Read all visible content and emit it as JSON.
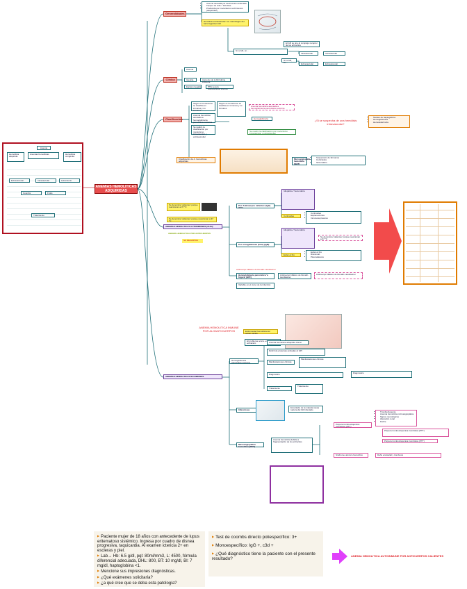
{
  "central": {
    "title": "ANEMIAS HEMOLITICAS ADQUIRIDAS"
  },
  "branches": {
    "generalidades": "Generalidades",
    "clinica": "Clínica",
    "clasificacion": "Clasificación",
    "autoinmunes": "ANEMIAS HEMOLITICAS AUTOINMUNES (AHAI)",
    "no_inmunes": "ANEMIAS HEMOLITICAS NO INMUNES"
  },
  "generalidades": {
    "bullets": [
      "Anemia causada por destrucción acelerada",
      "Tiempo de vida < 120 días",
      "Producida por mecanismos extrínsecos (adquiridas)"
    ],
    "hemolisis_label": "Hemólisis extravascular: los macrófagos del bazo fagocitan GR",
    "note1": "El GR se une al complejo receptor de los eritrocitos",
    "note2": "Gr a GR, en...",
    "intra": "Intravascular",
    "extra": "Extravascular"
  },
  "clinica": {
    "root": "Anemia",
    "items": [
      "Ictericia",
      "Esplenomegalia"
    ],
    "ictericia_note": "Aumento de la bilirrubina indirecta",
    "espleno_note": "PTE severa reticulocitosis intensa"
  },
  "clasificacion": {
    "box1": "Según el mecanismo se clasifica en inmunes y no inmunes",
    "box2": "Anemia hemolítica asociada a hemoglobinuria paroxística nocturna",
    "box3": "Se realizó la clasificación por mecanismo intravascular y extravascular",
    "box4": "Hemoglobinuria",
    "clasif_title": "Clasificación de A. hemolíticas adquiridas",
    "microangio": "Microangiopatía hemolítica (MAT)",
    "treat": [
      "Suspensión de fármacos",
      "Corticoides",
      "Sintomático"
    ]
  },
  "autoinmunes": {
    "calientes_note": "Se denomina 'calientes' porque reaccionan a 37 °C",
    "calientes": "Por 'Anticuerpos calientes' (IgG) 37°C",
    "frios": "Por crioaglutininas (frías) (IgM)",
    "mixta": "Hemoglobinuria paroxística 'a frigore' (HPF)",
    "main_label": "ANEMIA HEMOLITICA POR ANTICUERPOS",
    "sub_label": "SU DE ESPOIA",
    "warm_box": "Idiopática / Secundaria",
    "warm_treat": [
      "Corticoides",
      "Esplenectomía",
      "Inmunosupresores"
    ],
    "cold_box": "Idiopática / Secundaria",
    "cold_treat": [
      "Evitar el frío",
      "Rituximab",
      "Plasmaféresis"
    ],
    "hpf_note": "Anticuerpo bifásico de Donath-Landsteiner",
    "hpf_bottom": "Variable en el curso de la infección"
  },
  "inmune_drug": {
    "title": "ANEMIA HEMOLITICA INMUNE POR ALOANTICUERPOS",
    "box": "Enfermedad hemolítica del recién nacido",
    "bottom": "El problema ocurre en el segundo embarazo"
  },
  "no_inmunes": {
    "enzimo": "Hemoglobinuria paroxística nocturna",
    "items": [
      "Anemia hemolítica adquirida clonal",
      "Déficit de proteínas ancladas al GPI",
      "Manifestaciones clínicas",
      "Diagnóstico",
      "Tratamiento"
    ],
    "infecc": "Infecciosas",
    "infecc_note": "El parásito de la malaria causa ruptura del GR infectado",
    "micro": "Microangiopática hemolítica (MAT)",
    "micro_note": "Anemia hemolítica debida a fragmentación de los eritrocitos",
    "ttp": "Púrpura trombocitopénica trombótica (PTT)",
    "ttp_list": [
      "Trombocitopenia",
      "Anemia hemolítica microangiopática",
      "Signos neurológicos",
      "Alteración renal",
      "Fiebre"
    ],
    "shu": "Síndrome urémico hemolítico",
    "shu_note": "Daño endotelial y trombosis"
  },
  "question": {
    "text": "¿Si se sospecha de una hemólisis intravascular?",
    "list": [
      "Niveles de haptoglobina",
      "Hemoglobinuria",
      "Hemosiderinuria"
    ]
  },
  "case": {
    "lines": [
      "Paciente mujer de 18 años con antecedente de lupus eritematoso sistémico. Ingresa por cuadro de disnea progresiva, taquicardia. Al examen ictericia 2+ en escleras y piel.",
      "Lab→ Hb: 6.5 g/dl, pql: 80ml/mm3, L: 4500, fórmula diferencial adecuada, DHL: 800, BT: 10 mg/dl, BI: 7 mg/dl, haptoglobina <1.",
      "Mencione sus impresiones diagnósticas.",
      "¿Qué exámenes solicitaría?",
      "¿a qué cree que se deba esta patología?"
    ],
    "lines2": [
      "Test de coombs directo poliespecífico: 3+",
      "Monoespecífico: IgG +, c3d +",
      "¿Qué diagnóstico tiene la paciente con el presente resultado?"
    ],
    "answer": "ANEMIA HEMOLITICA AUTOINMUNE POR ANTICUERPOS CALIENTES"
  },
  "left_map": {
    "title": "Anemia",
    "items": [
      "Anemias hemolíticas",
      "Hemolítica adquirida",
      "Hemolítica congénita",
      "Extravascular",
      "Intravascular",
      "Laboratorio",
      "Coombs",
      "Frotis",
      "Tratamiento"
    ]
  },
  "colors": {
    "line": "#1f6f78",
    "accent": "#e84d4d",
    "arrow": "#f24b4b",
    "magenta": "#e040fb"
  }
}
